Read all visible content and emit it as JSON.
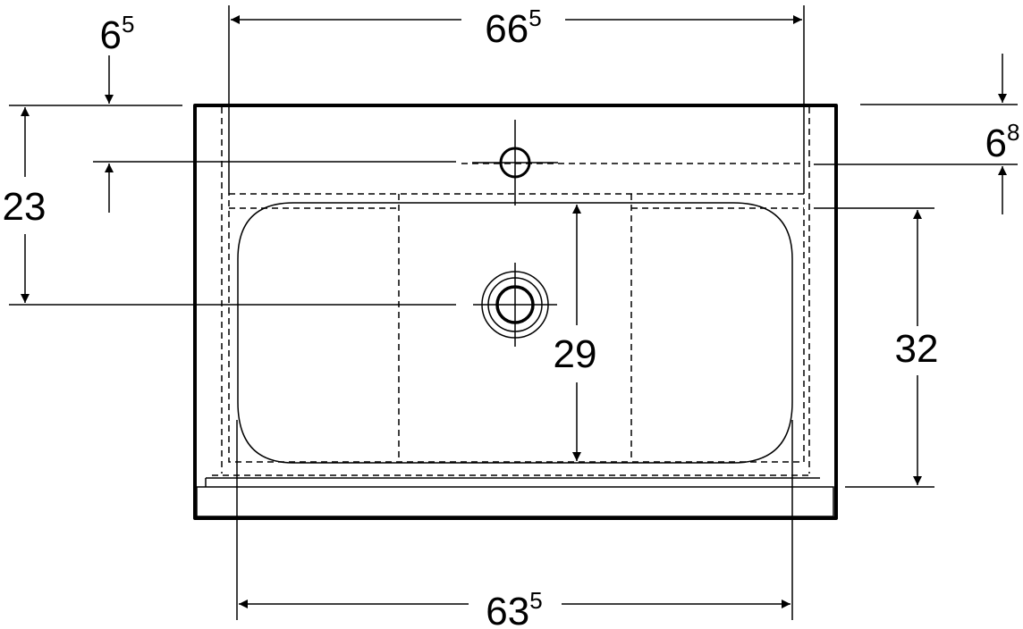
{
  "dimensions": {
    "overall_width": {
      "main": "66",
      "sup": "5"
    },
    "bowl_width": {
      "main": "63",
      "sup": "5"
    },
    "top_margin_left": {
      "main": "6",
      "sup": "5"
    },
    "top_margin_right": {
      "main": "6",
      "sup": "8"
    },
    "drain_depth": {
      "main": "23"
    },
    "bowl_depth": {
      "main": "29"
    },
    "overall_depth": {
      "main": "32"
    }
  },
  "colors": {
    "line": "#000000",
    "background": "#ffffff"
  }
}
